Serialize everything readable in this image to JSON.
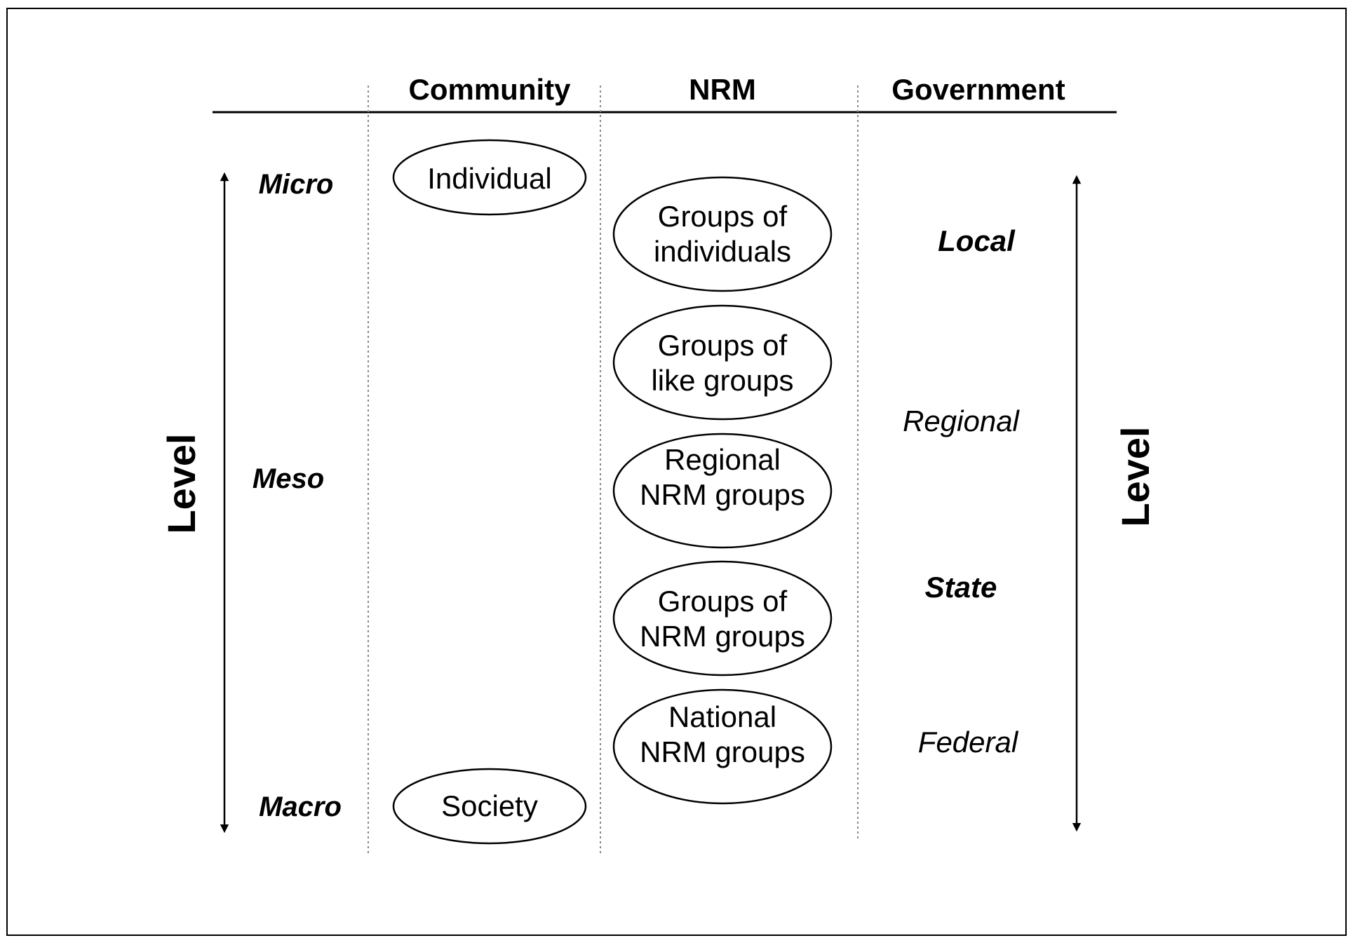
{
  "columns": {
    "community": "Community",
    "nrm": "NRM",
    "government": "Government"
  },
  "axis_title_left": "Level",
  "axis_title_right": "Level",
  "community_levels": {
    "micro": "Micro",
    "meso": "Meso",
    "macro": "Macro"
  },
  "government_levels": {
    "local": "Local",
    "regional": "Regional",
    "state": "State",
    "federal": "Federal"
  },
  "community_nodes": {
    "individual": "Individual",
    "society": "Society"
  },
  "nrm_nodes": [
    {
      "line1": "Groups of",
      "line2": "individuals"
    },
    {
      "line1": "Groups of",
      "line2": "like groups"
    },
    {
      "line1": "Regional",
      "line2": "NRM groups"
    },
    {
      "line1": "Groups of",
      "line2": "NRM groups"
    },
    {
      "line1": "National",
      "line2": "NRM groups"
    }
  ],
  "colors": {
    "line": "#000000",
    "divider": "#888888",
    "border": "#000000"
  }
}
